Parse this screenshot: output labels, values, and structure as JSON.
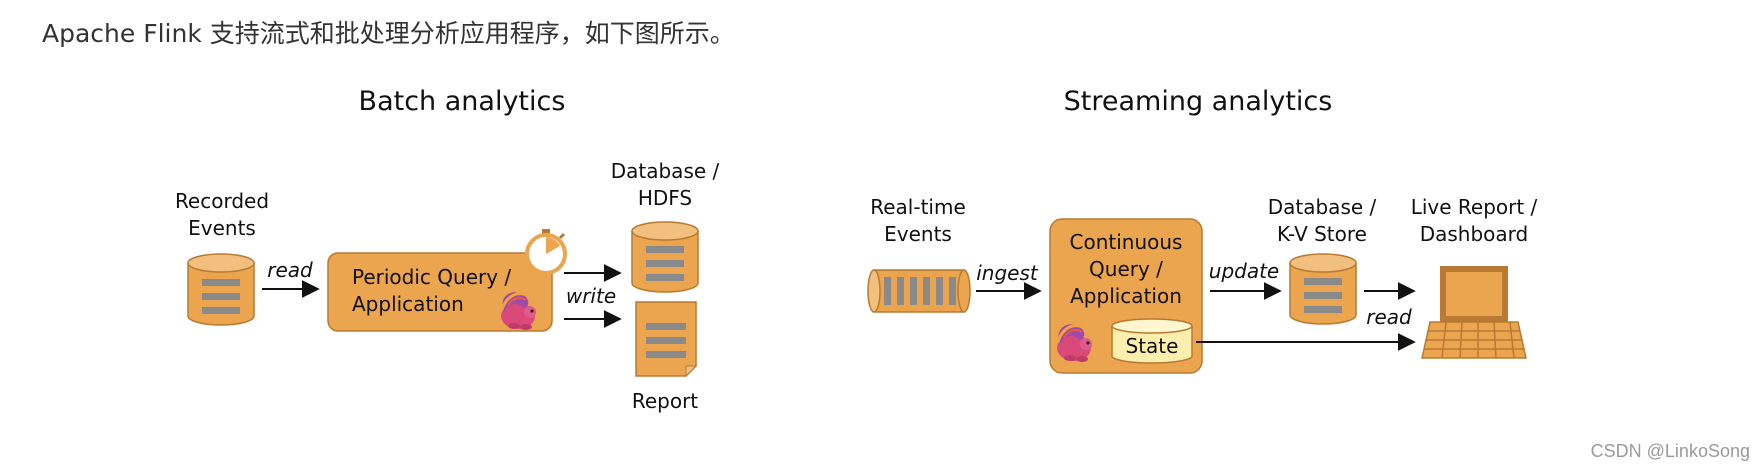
{
  "intro_text": "Apache Flink 支持流式和批处理分析应用程序，如下图所示。",
  "watermark": "CSDN @LinkoSong",
  "colors": {
    "orange": "#EBA54E",
    "orange_dark": "#B87A32",
    "gray_bar": "#8A8A8A",
    "state_fill": "#FCEFAE",
    "arrow": "#111111"
  },
  "batch": {
    "title": "Batch analytics",
    "recorded_events": [
      "Recorded",
      "Events"
    ],
    "read_label": "read",
    "query_box": [
      "Periodic Query /",
      "Application"
    ],
    "write_label": "write",
    "database": [
      "Database /",
      "HDFS"
    ],
    "report": "Report"
  },
  "streaming": {
    "title": "Streaming analytics",
    "realtime_events": [
      "Real-time",
      "Events"
    ],
    "ingest_label": "ingest",
    "query_box": [
      "Continuous",
      "Query /",
      "Application"
    ],
    "state_label": "State",
    "update_label": "update",
    "database": [
      "Database /",
      "K-V Store"
    ],
    "read_label": "read",
    "live_report": [
      "Live Report /",
      "Dashboard"
    ]
  },
  "icons": [
    "database-icon",
    "document-icon",
    "stopwatch-icon",
    "flink-squirrel-icon",
    "event-log-icon",
    "laptop-icon"
  ]
}
